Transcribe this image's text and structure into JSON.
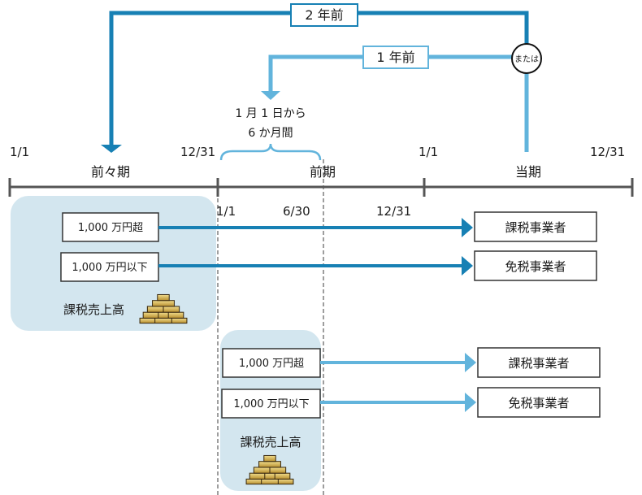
{
  "top": {
    "two_years_label": "2 年前",
    "one_year_label": "1 年前",
    "or_label": "または",
    "period_line1": "1 月 1 日から",
    "period_line2": "6 か月間"
  },
  "timeline": {
    "dates": [
      "1/1",
      "12/31",
      "1/1",
      "12/31"
    ],
    "periods": [
      "前々期",
      "前期",
      "当期"
    ],
    "sub_dates": [
      "1/1",
      "6/30",
      "12/31"
    ]
  },
  "rows": [
    {
      "condition": "1,000 万円超",
      "result": "課税事業者"
    },
    {
      "condition": "1,000 万円以下",
      "result": "免税事業者"
    },
    {
      "condition": "1,000 万円超",
      "result": "課税事業者"
    },
    {
      "condition": "1,000 万円以下",
      "result": "免税事業者"
    }
  ],
  "sales_label_1": "課税売上高",
  "sales_label_2": "課税売上高",
  "colors": {
    "dark_blue": "#1780b4",
    "light_blue": "#62b4dc",
    "panel_bg": "#d3e6ef",
    "axis": "#555555"
  },
  "icons": [
    "money-stack-icon"
  ]
}
